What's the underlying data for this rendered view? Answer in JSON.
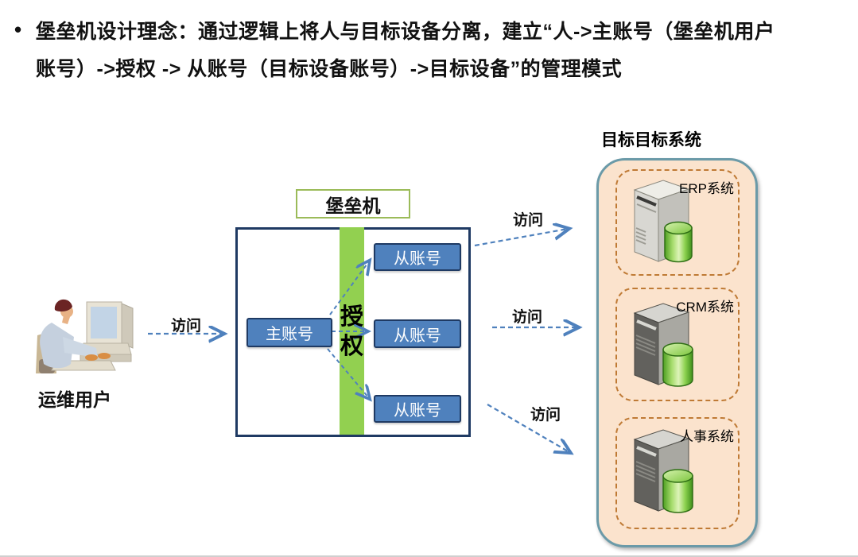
{
  "page": {
    "bullet": "•",
    "title_lines": [
      "堡垒机设计理念：通过逻辑上将人与目标设备分离，建立“人->主账号（堡垒机用户",
      "账号）->授权 -> 从账号（目标设备账号）->目标设备”的管理模式"
    ]
  },
  "actors": {
    "user_label": "运维用户"
  },
  "bastion": {
    "title": "堡垒机",
    "main_account_label": "主账号",
    "auth_label": "授权",
    "sub_account_labels": [
      "从账号",
      "从账号",
      "从账号"
    ]
  },
  "arrows": {
    "user_to_bastion_label": "访问",
    "bastion_to_targets_labels": [
      "访问",
      "访问",
      "访问"
    ]
  },
  "targets": {
    "title": "目标目标系统",
    "systems": [
      {
        "label": "ERP系统"
      },
      {
        "label": "CRM系统"
      },
      {
        "label": "人事系统"
      }
    ]
  },
  "icons": {
    "user": "person-at-computer-icon",
    "server": "server-tower-icon",
    "database": "database-cylinder-icon"
  },
  "colors": {
    "account_box_fill": "#4f81bd",
    "account_box_border": "#1f3a63",
    "bastion_border": "#1f3a63",
    "auth_stripe_green": "#92d050",
    "bastion_label_border": "#9bbb59",
    "arrow_blue": "#4f81bd",
    "target_fill": "#fbe3cd",
    "target_border": "#6b9aa8",
    "system_dashed_border": "#bf7a35",
    "database_green": "#6bbf35"
  }
}
